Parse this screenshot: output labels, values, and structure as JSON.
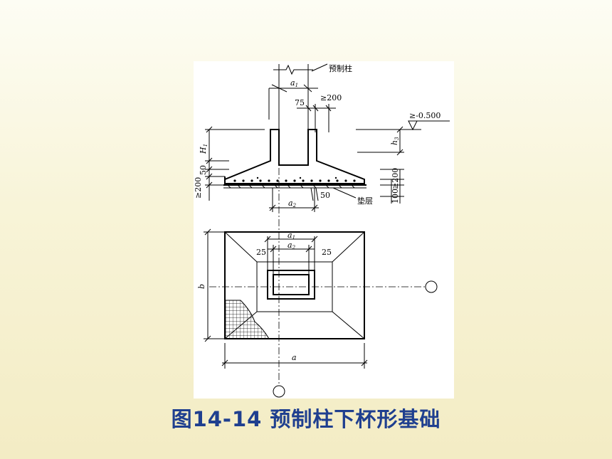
{
  "caption": "图14-14  预制柱下杯形基础",
  "labels": {
    "precast_column": "预制柱",
    "a1": "a",
    "a1_sub": "1",
    "a2": "a",
    "a2_sub": "2",
    "dim_75": "75",
    "dim_ge200": "≥200",
    "elevation": "≥-0.500",
    "H1": "H",
    "H1_sub": "1",
    "h3": "h",
    "h3_sub": "3",
    "dim_50_upper": "50",
    "dim_200_left": "≥200",
    "dim_50_right": "50",
    "cushion": "垫层",
    "dim_100": "100",
    "dim_200_right": "≥200",
    "dim_25_left": "25",
    "dim_25_right": "25",
    "b": "b",
    "a": "a"
  },
  "colors": {
    "caption": "#1f3f8f",
    "drawing_bg": "#ffffff"
  }
}
